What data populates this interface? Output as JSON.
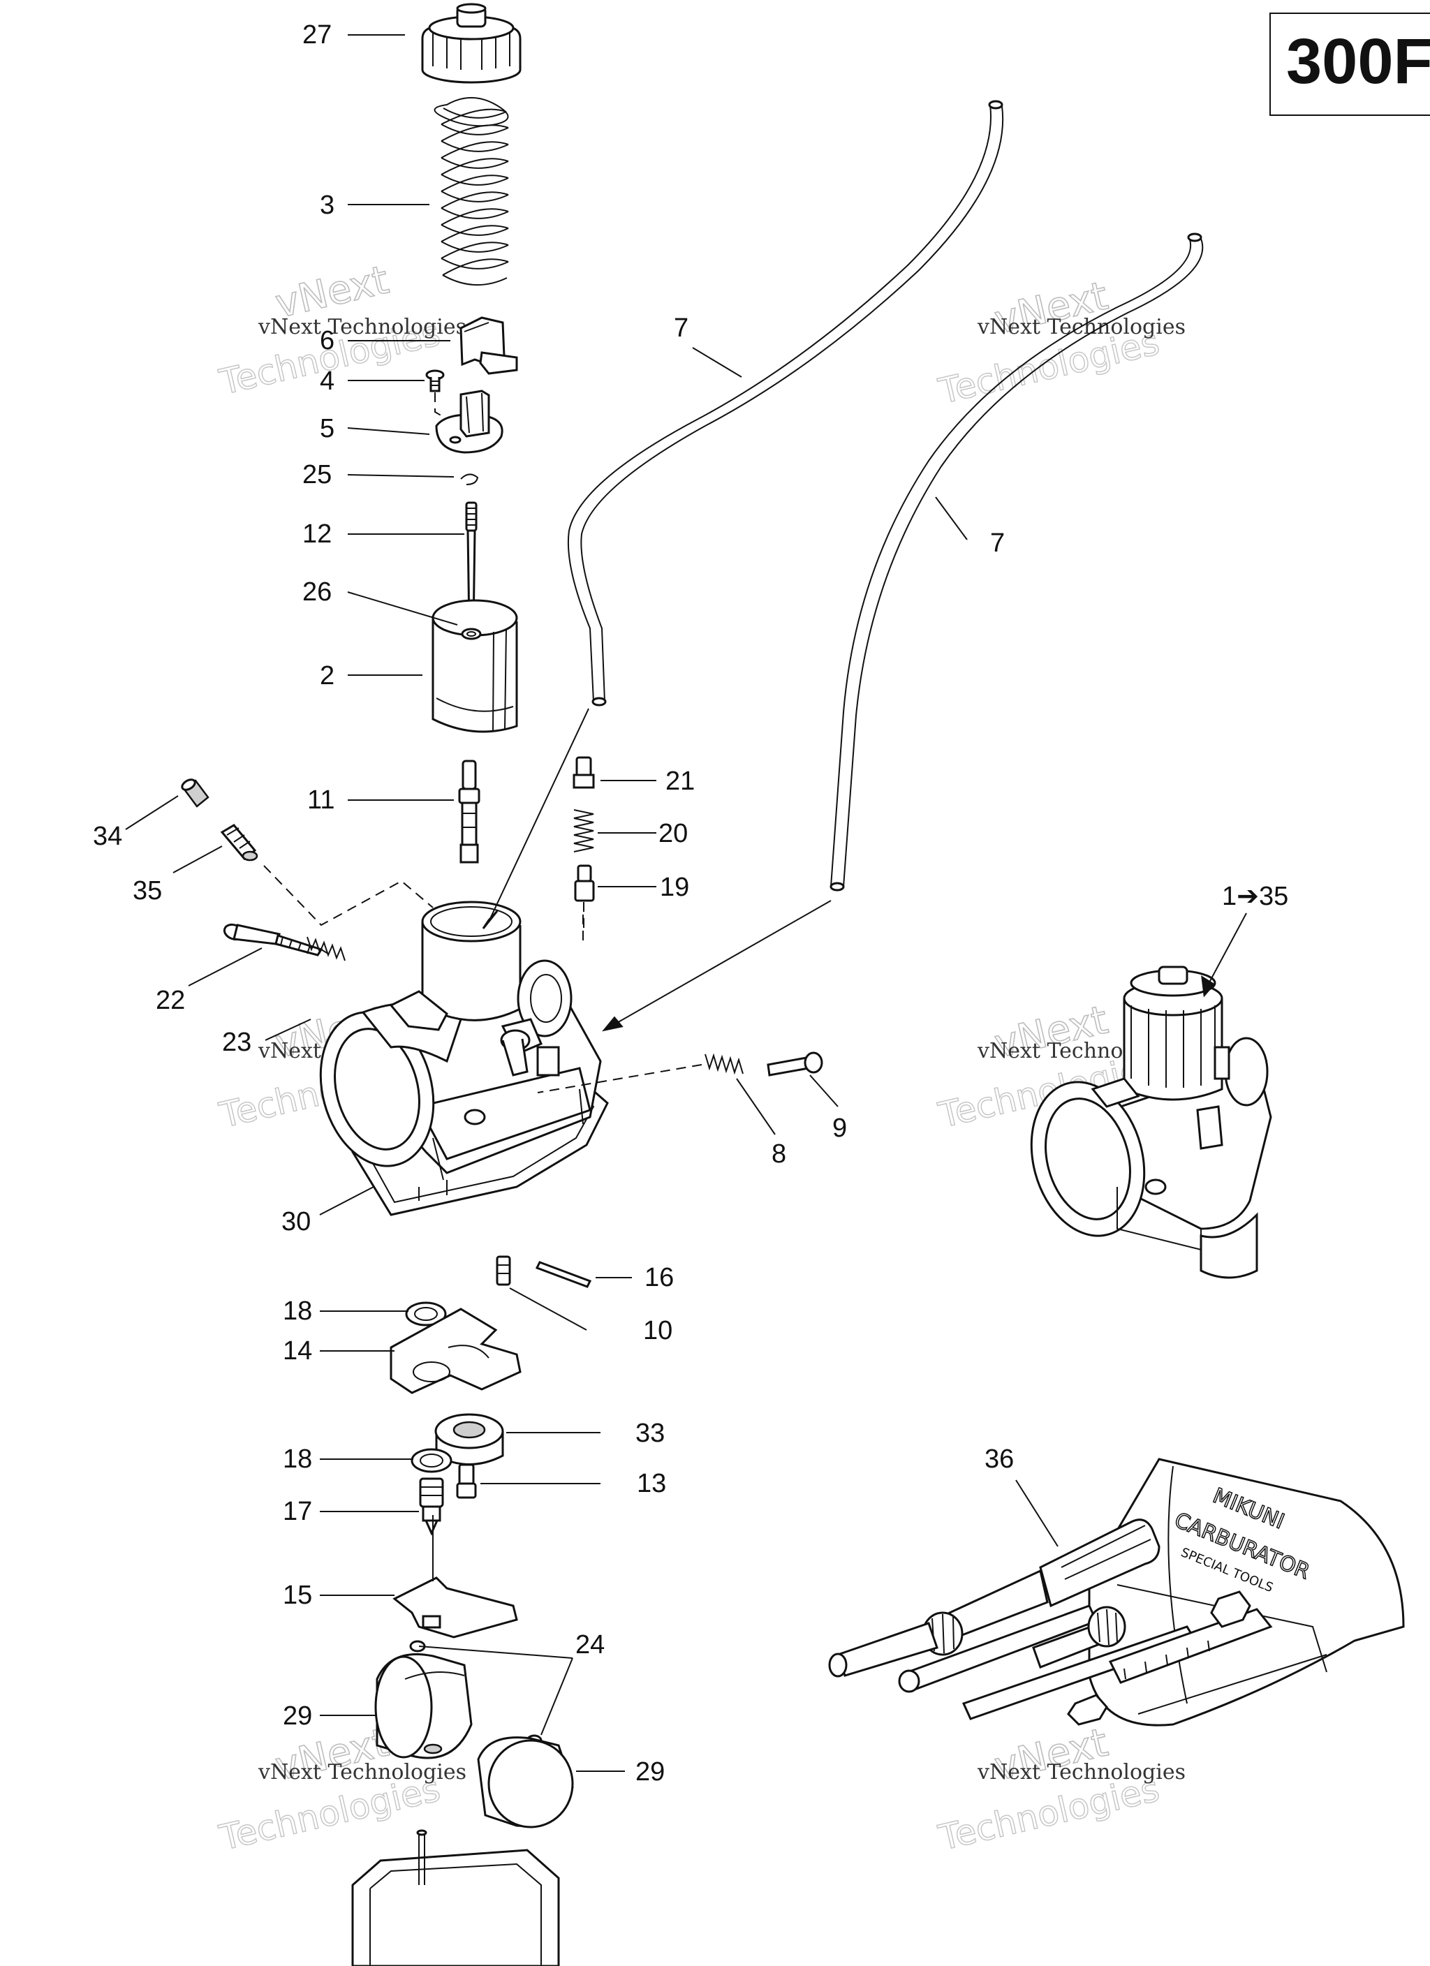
{
  "model": "300F",
  "watermark": {
    "line_a": "vNext Technologies",
    "line_b": "vNext",
    "line_c": "Technologies"
  },
  "callouts": {
    "c27": "27",
    "c3": "3",
    "c6": "6",
    "c4": "4",
    "c5": "5",
    "c25": "25",
    "c12": "12",
    "c26": "26",
    "c2": "2",
    "c11": "11",
    "c34": "34",
    "c35": "35",
    "c22": "22",
    "c23": "23",
    "c30": "30",
    "c7a": "7",
    "c7b": "7",
    "c21": "21",
    "c20": "20",
    "c19": "19",
    "c8": "8",
    "c9": "9",
    "c1to35": "1➔35",
    "c16": "16",
    "c10": "10",
    "c18a": "18",
    "c14": "14",
    "c33": "33",
    "c18b": "18",
    "c13": "13",
    "c17": "17",
    "c15": "15",
    "c24": "24",
    "c29a": "29",
    "c29b": "29",
    "c36": "36"
  },
  "toolkit_pouch": {
    "brand": "MIKUNI",
    "line1": "CARBURATOR",
    "line2": "SPECIAL TOOLS"
  }
}
